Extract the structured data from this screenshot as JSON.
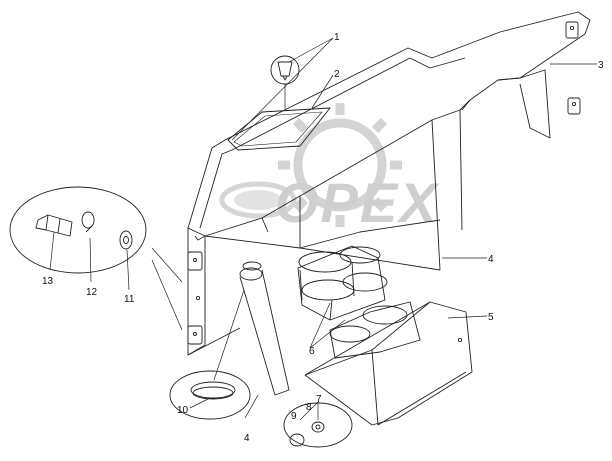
{
  "watermark": {
    "text": "OPEX",
    "color": "#cfcfcf"
  },
  "line_color": "#222222",
  "callouts": [
    {
      "id": "c1",
      "label": "1"
    },
    {
      "id": "c2",
      "label": "2"
    },
    {
      "id": "c3",
      "label": "3"
    },
    {
      "id": "c4a",
      "label": "4"
    },
    {
      "id": "c4b",
      "label": "4"
    },
    {
      "id": "c5",
      "label": "5"
    },
    {
      "id": "c6",
      "label": "6"
    },
    {
      "id": "c7",
      "label": "7"
    },
    {
      "id": "c8",
      "label": "8"
    },
    {
      "id": "c9",
      "label": "9"
    },
    {
      "id": "c10",
      "label": "10"
    },
    {
      "id": "c11",
      "label": "11"
    },
    {
      "id": "c12",
      "label": "12"
    },
    {
      "id": "c13",
      "label": "13"
    }
  ]
}
